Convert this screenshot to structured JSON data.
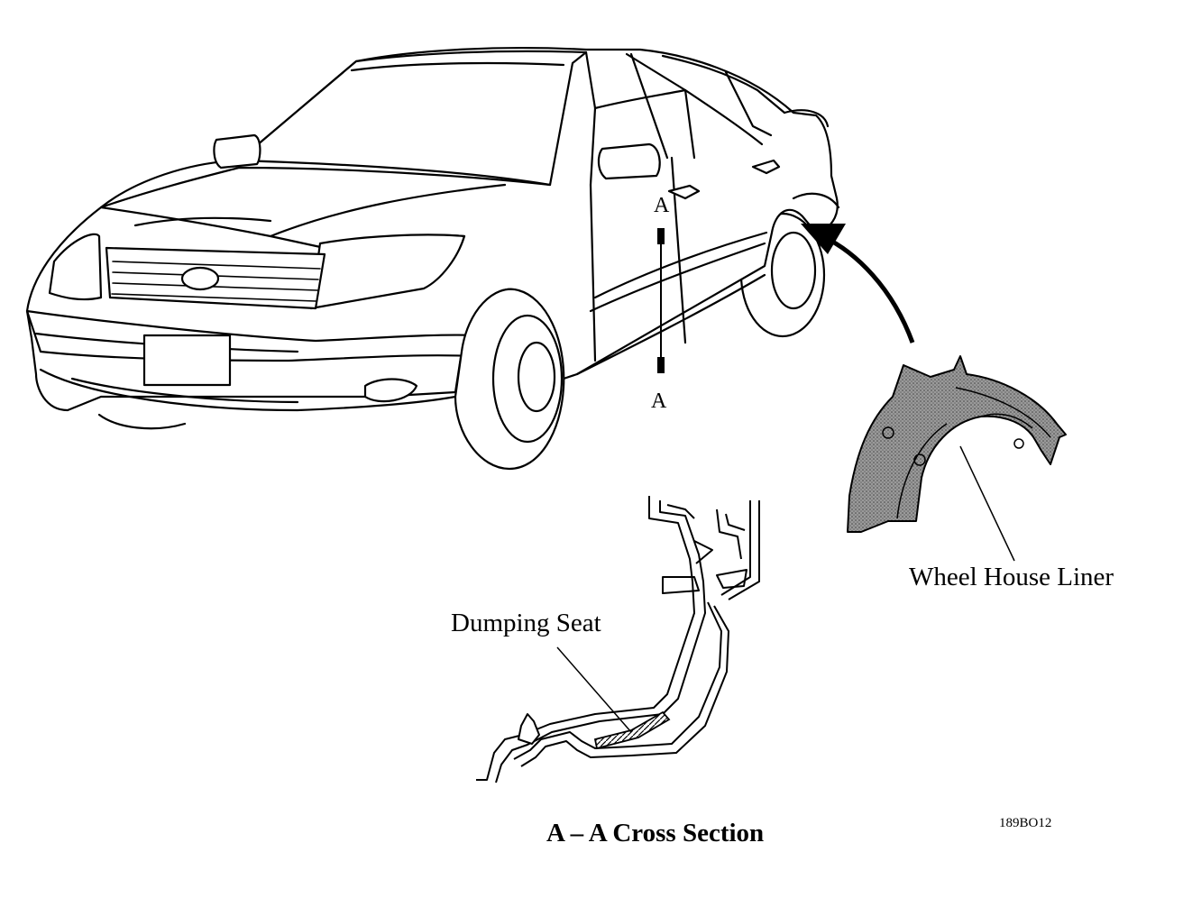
{
  "labels": {
    "section_mark_top": "A",
    "section_mark_bottom": "A",
    "wheel_house_liner": "Wheel House Liner",
    "dumping_seat": "Dumping Seat",
    "caption": "A – A Cross Section",
    "figure_id": "189BO12"
  },
  "colors": {
    "line": "#000000",
    "background": "#ffffff",
    "liner_fill": "#8a8a8a"
  }
}
